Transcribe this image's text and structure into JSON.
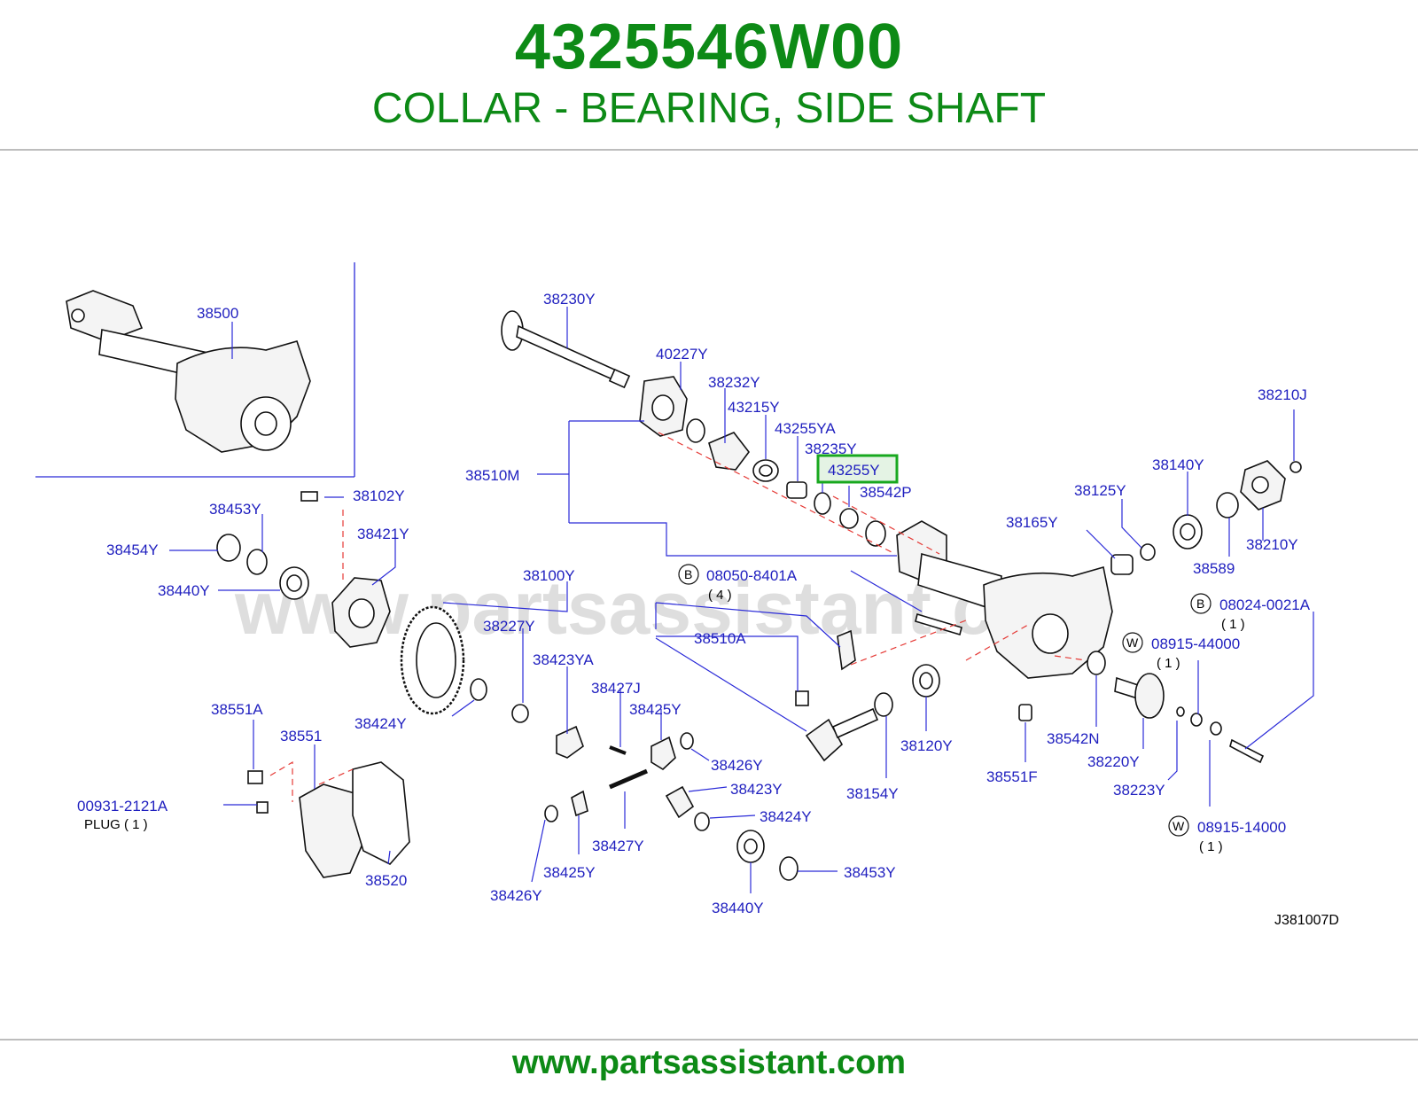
{
  "header": {
    "part_number": "4325546W00",
    "description": "COLLAR - BEARING, SIDE SHAFT"
  },
  "watermark": "www.partsassistant.com",
  "footer": {
    "url": "www.partsassistant.com"
  },
  "diagram": {
    "code": "J381007D",
    "highlighted_label": "43255Y",
    "highlight_color": "#18a81f",
    "labels": {
      "l38500": "38500",
      "l38102Y": "38102Y",
      "l38453Y_top": "38453Y",
      "l38454Y": "38454Y",
      "l38421Y": "38421Y",
      "l38440Y_top": "38440Y",
      "l38230Y": "38230Y",
      "l40227Y": "40227Y",
      "l38232Y": "38232Y",
      "l43215Y": "43215Y",
      "l43255YA": "43255YA",
      "l38235Y": "38235Y",
      "l43255Y": "43255Y",
      "l38542P": "38542P",
      "l38510M": "38510M",
      "l38100Y": "38100Y",
      "l38227Y": "38227Y",
      "l38510A": "38510A",
      "l08050_8401A": "08050-8401A",
      "q4": "( 4 )",
      "l38210J": "38210J",
      "l38140Y": "38140Y",
      "l38125Y": "38125Y",
      "l38165Y": "38165Y",
      "l38210Y": "38210Y",
      "l38589": "38589",
      "l08024_0021A": "08024-0021A",
      "q1a": "( 1 )",
      "l08915_44000": "08915-44000",
      "q1b": "( 1 )",
      "l38423YA": "38423YA",
      "l38427J": "38427J",
      "l38425Y_mid": "38425Y",
      "l38426Y_mid": "38426Y",
      "l38424Y_left": "38424Y",
      "l38551A": "38551A",
      "l38551": "38551",
      "l00931_2121A": "00931-2121A",
      "plug": "PLUG ( 1 )",
      "l38520": "38520",
      "l38423Y": "38423Y",
      "l38424Y_right": "38424Y",
      "l38427Y": "38427Y",
      "l38425Y_low": "38425Y",
      "l38426Y_low": "38426Y",
      "l38440Y_low": "38440Y",
      "l38453Y_low": "38453Y",
      "l38154Y": "38154Y",
      "l38120Y": "38120Y",
      "l38551F": "38551F",
      "l38542N": "38542N",
      "l38220Y": "38220Y",
      "l38223Y": "38223Y",
      "l08915_14000": "08915-14000",
      "q1c": "( 1 )"
    },
    "symbols": {
      "B": "B",
      "W": "W"
    }
  }
}
